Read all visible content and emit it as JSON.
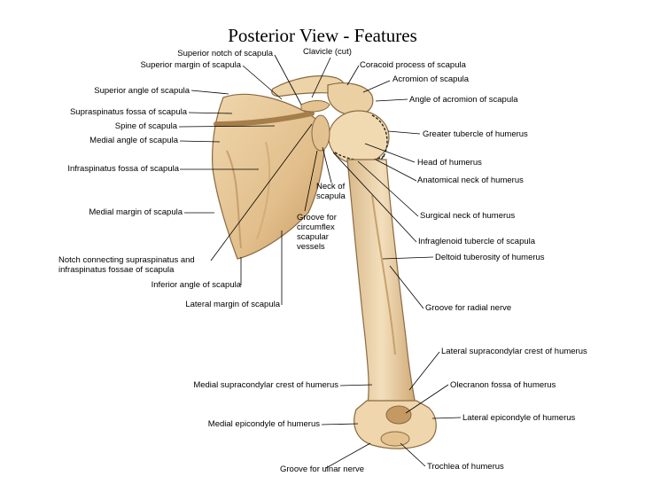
{
  "title": "Posterior View - Features",
  "labels": {
    "superior_notch": "Superior notch of scapula",
    "superior_margin": "Superior margin of scapula",
    "superior_angle": "Superior angle of scapula",
    "supraspinatus_fossa": "Supraspinatus fossa of scapula",
    "spine": "Spine of scapula",
    "medial_angle": "Medial angle of scapula",
    "infraspinatus_fossa": "Infraspinatus fossa of scapula",
    "medial_margin": "Medial margin of scapula",
    "notch_connecting_1": "Notch connecting supraspinatus and",
    "notch_connecting_2": "infraspinatus fossae of scapula",
    "inferior_angle": "Inferior angle of scapula",
    "lateral_margin": "Lateral margin of scapula",
    "clavicle": "Clavicle (cut)",
    "coracoid": "Coracoid process of scapula",
    "acromion": "Acromion of scapula",
    "angle_acromion": "Angle of acromion of scapula",
    "greater_tubercle": "Greater tubercle of humerus",
    "head_humerus": "Head of humerus",
    "anatomical_neck": "Anatomical neck of humerus",
    "neck_scapula_1": "Neck of",
    "neck_scapula_2": "scapula",
    "groove_circumflex_1": "Groove for",
    "groove_circumflex_2": "circumflex",
    "groove_circumflex_3": "scapular",
    "groove_circumflex_4": "vessels",
    "surgical_neck": "Surgical neck of humerus",
    "infraglenoid": "Infraglenoid tubercle of scapula",
    "deltoid": "Deltoid tuberosity of humerus",
    "radial_groove": "Groove for radial nerve",
    "lateral_supracondylar": "Lateral supracondylar crest of humerus",
    "medial_supracondylar": "Medial supracondylar crest of humerus",
    "olecranon_fossa": "Olecranon fossa of humerus",
    "medial_epicondyle": "Medial epicondyle of humerus",
    "lateral_epicondyle": "Lateral epicondyle of humerus",
    "ulnar_groove": "Groove for ulnar nerve",
    "trochlea": "Trochlea of humerus"
  }
}
